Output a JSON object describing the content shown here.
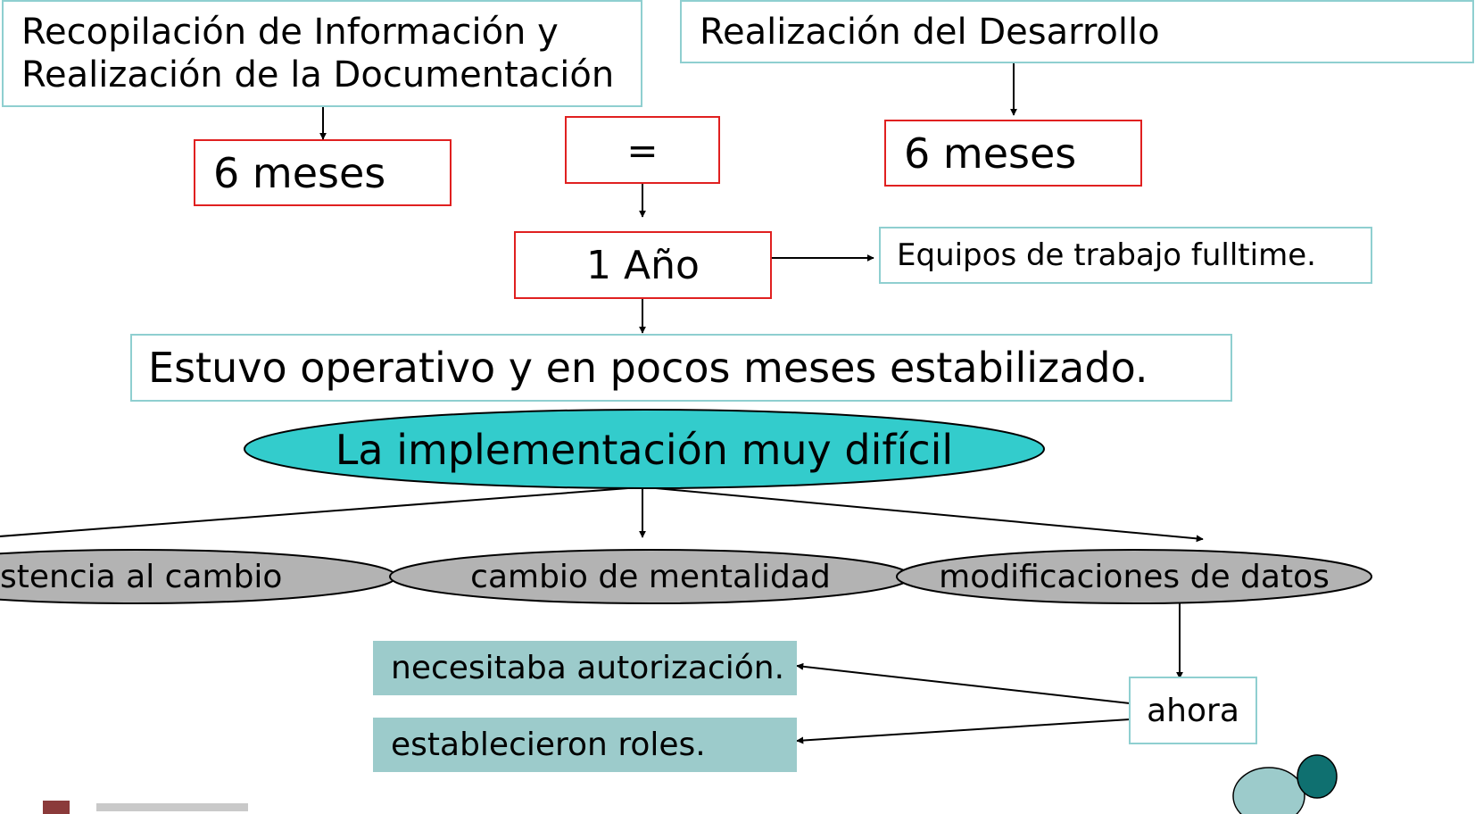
{
  "boxes": {
    "recopilacion_line1": "Recopilación de Información y",
    "recopilacion_line2": "Realización de la Documentación",
    "realizacion": "Realización del Desarrollo",
    "meses_left": "6 meses",
    "equals": "=",
    "meses_right": "6 meses",
    "anio": "1 Año",
    "equipos": "Equipos de trabajo fulltime.",
    "estuvo": "Estuvo operativo y en pocos meses estabilizado.",
    "implementacion": "La implementación muy difícil",
    "resistencia": "stencia al cambio",
    "cambio": "cambio de mentalidad",
    "modificaciones": "modificaciones de datos",
    "necesitaba": "necesitaba autorización.",
    "establecieron": "establecieron roles.",
    "ahora": "ahora"
  },
  "colors": {
    "teal_border": "#8fcfd0",
    "red_border": "#e02020",
    "ellipse_teal": "#33cccc",
    "ellipse_gray": "#b3b3b3",
    "filled_box": "#9ccbcb",
    "logo_teal": "#9ccbcb",
    "logo_dark": "#0f7070"
  }
}
